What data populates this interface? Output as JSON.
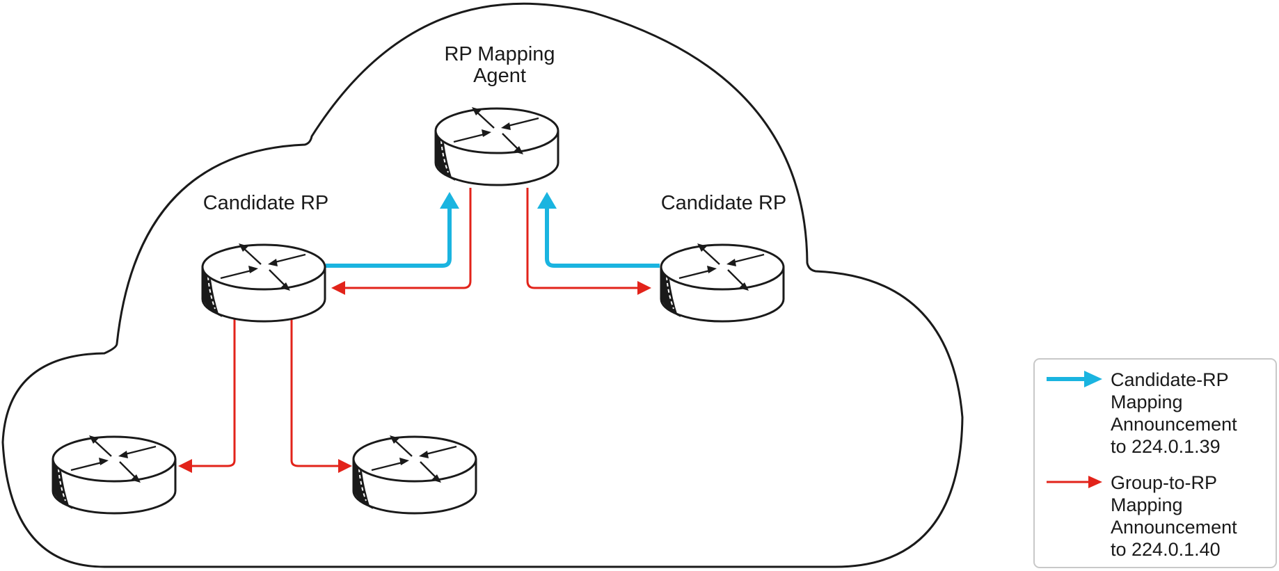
{
  "nodes": {
    "rp_mapping_agent": {
      "label_line1": "RP Mapping",
      "label_line2": "Agent"
    },
    "candidate_rp_left": {
      "label": "Candidate RP"
    },
    "candidate_rp_right": {
      "label": "Candidate RP"
    },
    "router_bottom_left": {
      "label": ""
    },
    "router_bottom_middle": {
      "label": ""
    }
  },
  "legend": {
    "items": [
      {
        "name": "candidate-rp-announcement",
        "color": "#1ab4e0",
        "lines": [
          "Candidate-RP",
          "Mapping",
          "Announcement",
          "to 224.0.1.39"
        ]
      },
      {
        "name": "group-to-rp-announcement",
        "color": "#e2231a",
        "lines": [
          "Group-to-RP",
          "Mapping",
          "Announcement",
          "to 224.0.1.40"
        ]
      }
    ]
  },
  "colors": {
    "candidate_announcement": "#1ab4e0",
    "group_announcement": "#e2231a",
    "outline": "#1a1a1a"
  },
  "icons": {
    "router": "router-icon",
    "cloud": "cloud-icon"
  }
}
